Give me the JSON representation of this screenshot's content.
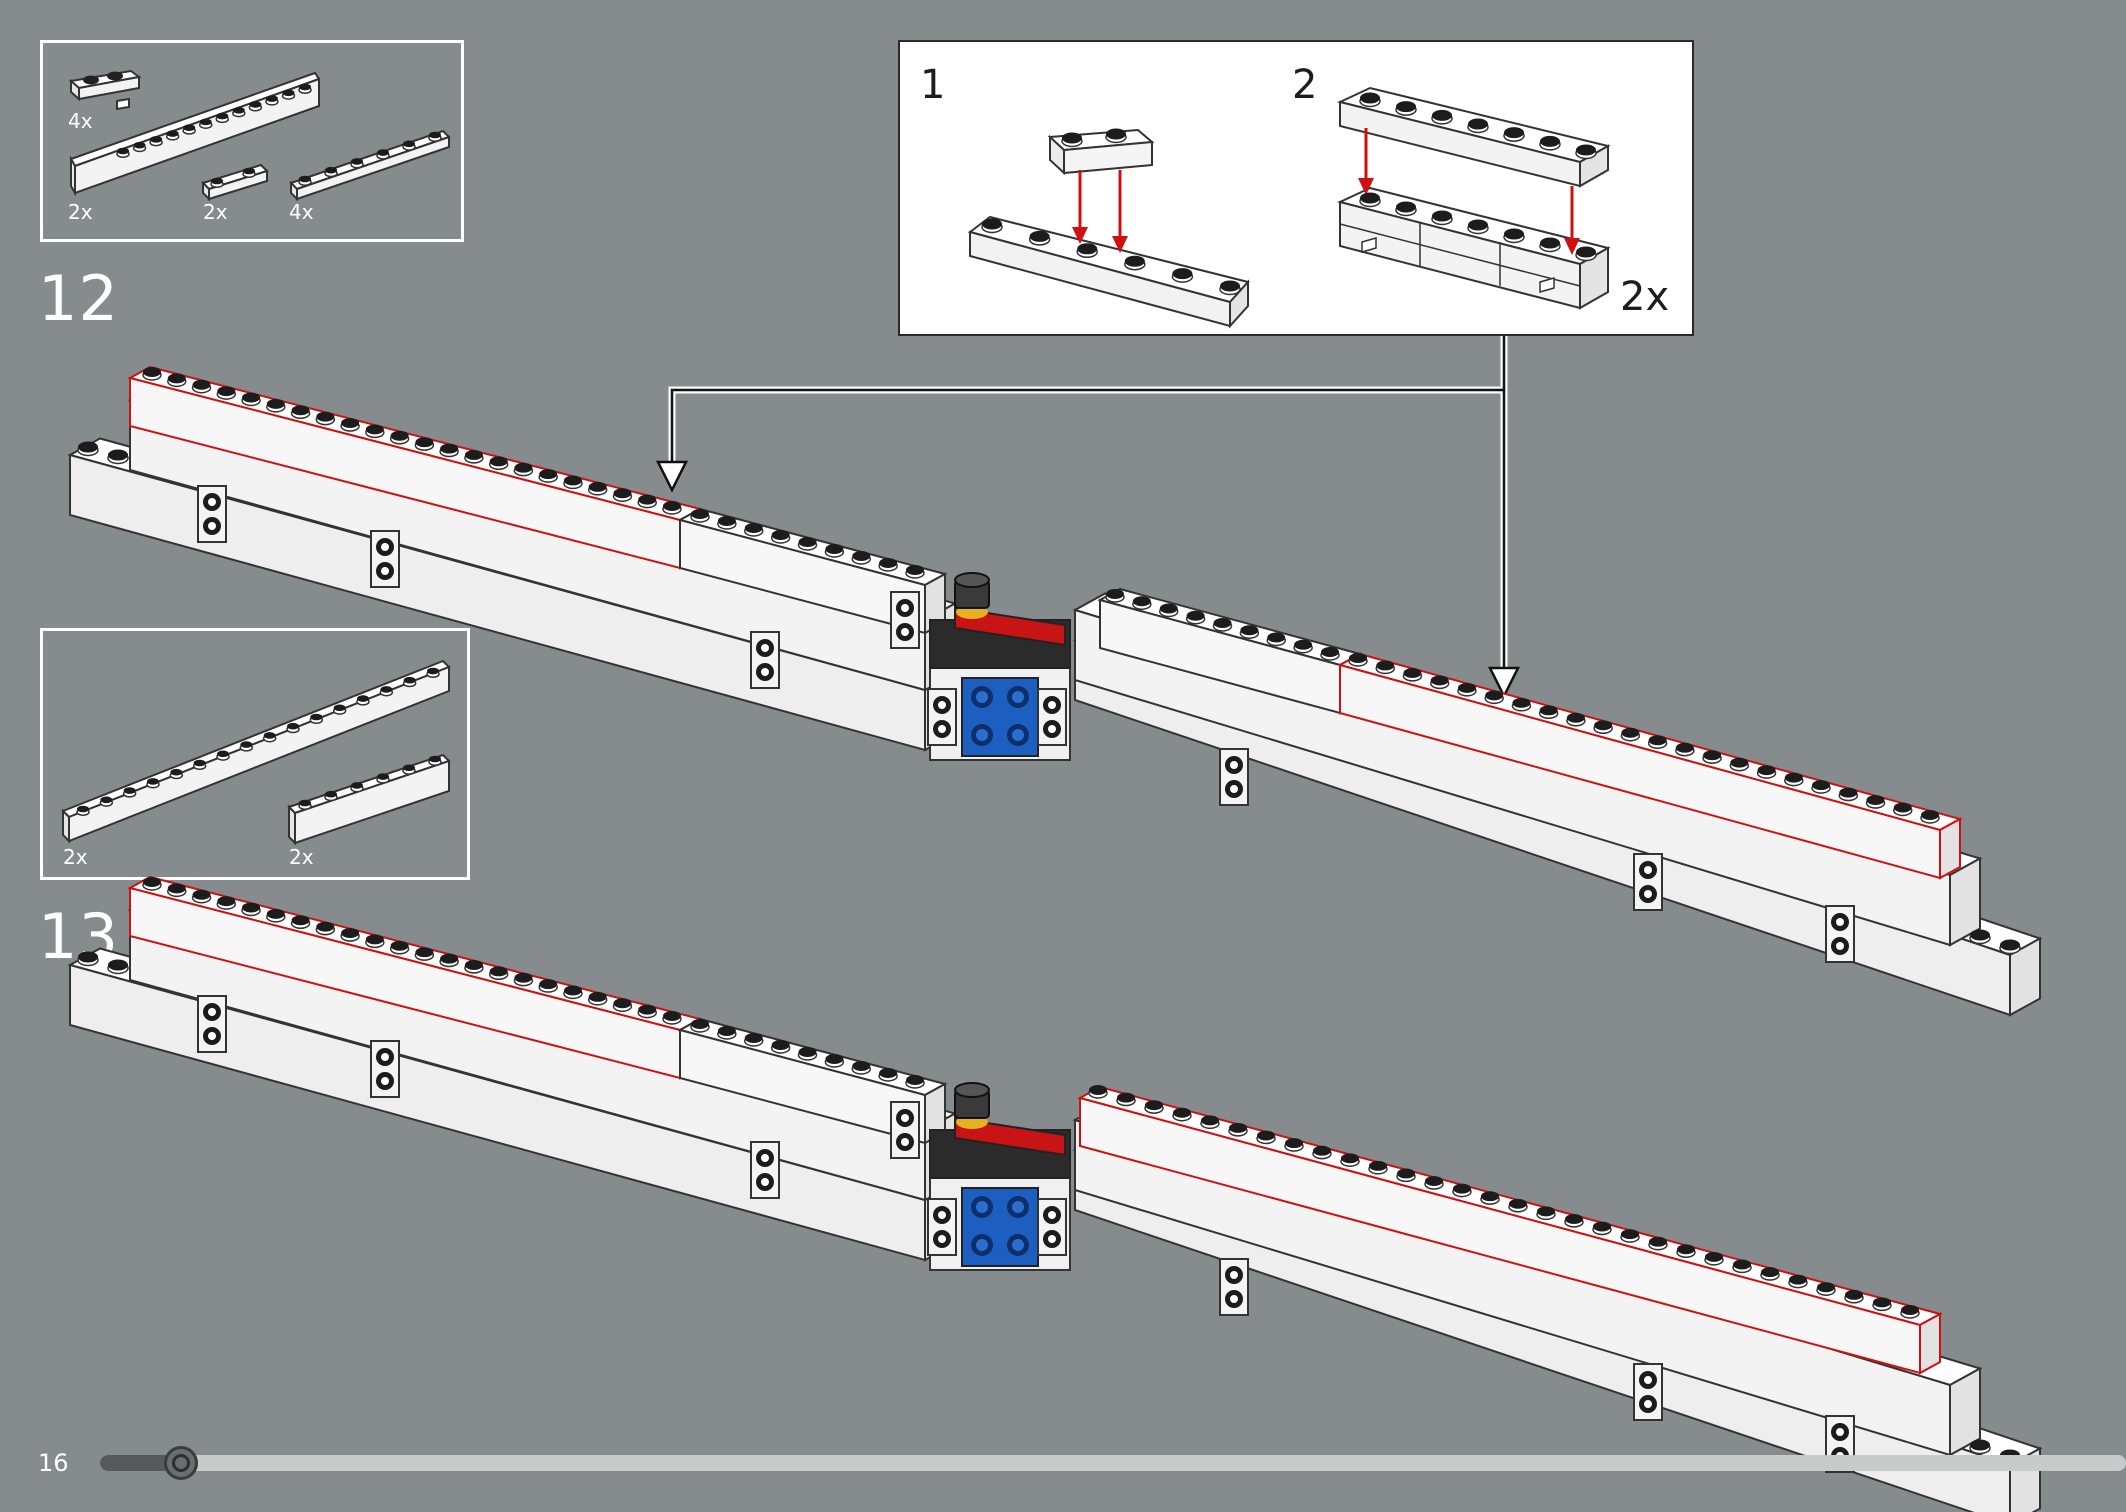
{
  "page": {
    "number": "16",
    "progress": 0.04
  },
  "steps": [
    {
      "number": "12",
      "parts": [
        {
          "qty": "4x",
          "part": "1x2 plate with clip"
        },
        {
          "qty": "2x",
          "part": "1x12 brick"
        },
        {
          "qty": "2x",
          "part": "1x2 plate"
        },
        {
          "qty": "4x",
          "part": "1x6 plate"
        }
      ],
      "sub_assembly": {
        "substeps": [
          {
            "label": "1"
          },
          {
            "label": "2",
            "multiplier": "2x"
          }
        ]
      }
    },
    {
      "number": "13",
      "parts": [
        {
          "qty": "2x",
          "part": "1x16 plate"
        },
        {
          "qty": "2x",
          "part": "1x6 brick"
        }
      ]
    }
  ],
  "colors": {
    "background": "#868c8e",
    "highlight": "#d01010",
    "brick_white": "#f4f4f4",
    "brick_blue": "#1d5fc0",
    "brick_black": "#2b2b2b",
    "brick_red": "#c81414",
    "accent_yellow": "#e7b21f"
  }
}
